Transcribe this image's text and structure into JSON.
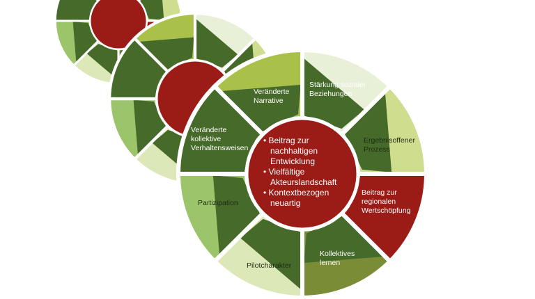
{
  "center": {
    "bullets": [
      [
        "Beitrag zur",
        "nachhaltigen",
        "Entwicklung"
      ],
      [
        "Vielfältige",
        "Akteurslandschaft"
      ],
      [
        "Kontextbezogen",
        "neuartig"
      ]
    ],
    "color": "#9b1c17"
  },
  "segments": [
    {
      "lines": [
        "Stärkung sozialer",
        "Beziehungen"
      ],
      "outer": "#e9f0d8",
      "inner": "#466a2a",
      "text": "#ffffff"
    },
    {
      "lines": [
        "Ergebnisoffener",
        "Prozess"
      ],
      "outer": "#cfdd8f",
      "inner": "#466a2a",
      "text": "#1e2a12"
    },
    {
      "lines": [
        "Beitrag zur",
        "regionalen",
        "Wertschöpfung"
      ],
      "outer": "#9b1c17",
      "inner": "#9b1c17",
      "text": "#ffffff"
    },
    {
      "lines": [
        "Kollektives",
        "lernen"
      ],
      "outer": "#7a8d36",
      "inner": "#466a2a",
      "text": "#ffffff"
    },
    {
      "lines": [
        "Pilotcharakter"
      ],
      "outer": "#dde8b8",
      "inner": "#466a2a",
      "text": "#1e2a12"
    },
    {
      "lines": [
        "Partizipation"
      ],
      "outer": "#9cc46a",
      "inner": "#466a2a",
      "text": "#1e2a12"
    },
    {
      "lines": [
        "Veränderte",
        "kollektive",
        "Verhaltensweisen"
      ],
      "outer": "#466a2a",
      "inner": "#466a2a",
      "text": "#ffffff"
    },
    {
      "lines": [
        "Veränderte",
        "Narrative"
      ],
      "outer": "#a9c04a",
      "inner": "#466a2a",
      "text": "#ffffff"
    }
  ]
}
